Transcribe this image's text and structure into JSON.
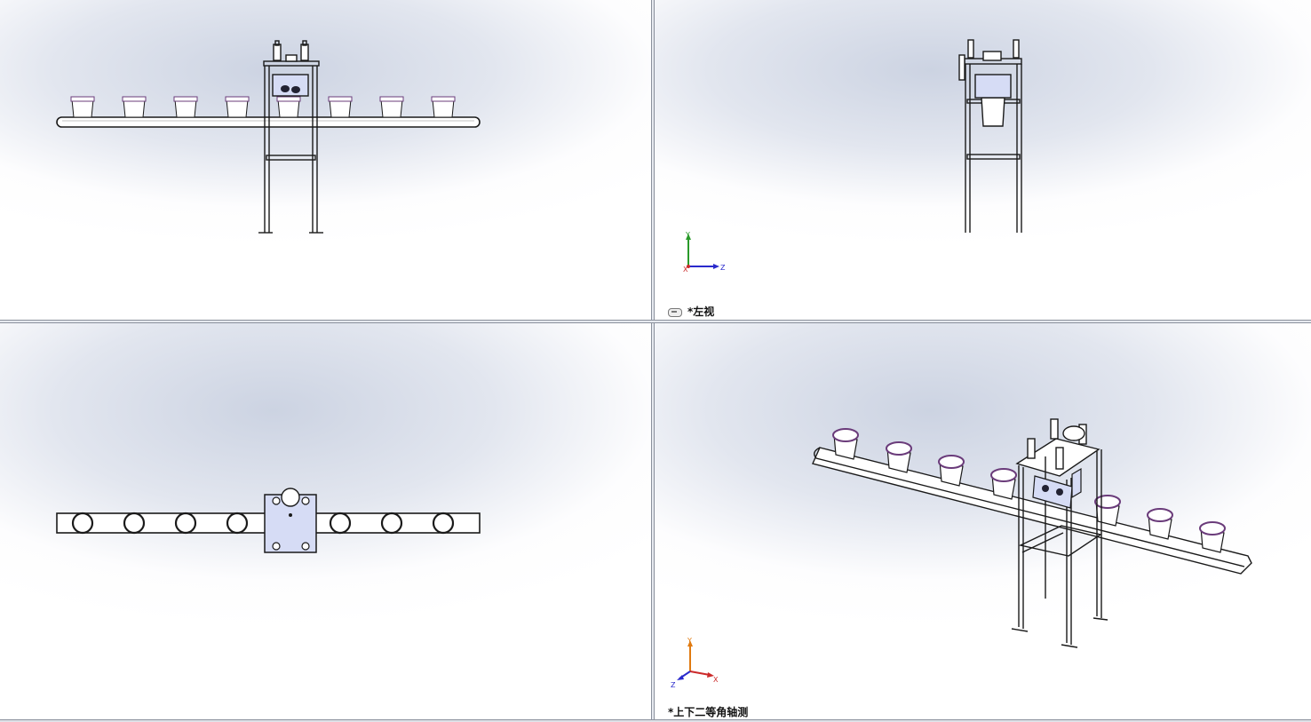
{
  "viewports": {
    "top_left": {
      "label": ""
    },
    "top_right": {
      "label": "*左视"
    },
    "bottom_left": {
      "label": ""
    },
    "bottom_right": {
      "label": "*上下二等角轴测"
    }
  },
  "triad_axes": {
    "left_view": {
      "up": "Y",
      "right": "Z",
      "origin": "X"
    },
    "iso_view": {
      "up": "Y",
      "right": "X",
      "left": "Z"
    }
  },
  "colors": {
    "viewport_bg_center": "#ccd3e2",
    "viewport_bg_edge": "#ffffff",
    "model_line": "#1a1a1a",
    "bucket_rim": "#6a3b7a",
    "gripper_plate": "#d6dcf5",
    "axis_y": "#2a9a2a",
    "axis_z": "#2a2acc",
    "axis_x": "#cc2a2a",
    "axis_y_iso": "#e07a10"
  },
  "icons": {
    "link_view": "link-icon"
  }
}
